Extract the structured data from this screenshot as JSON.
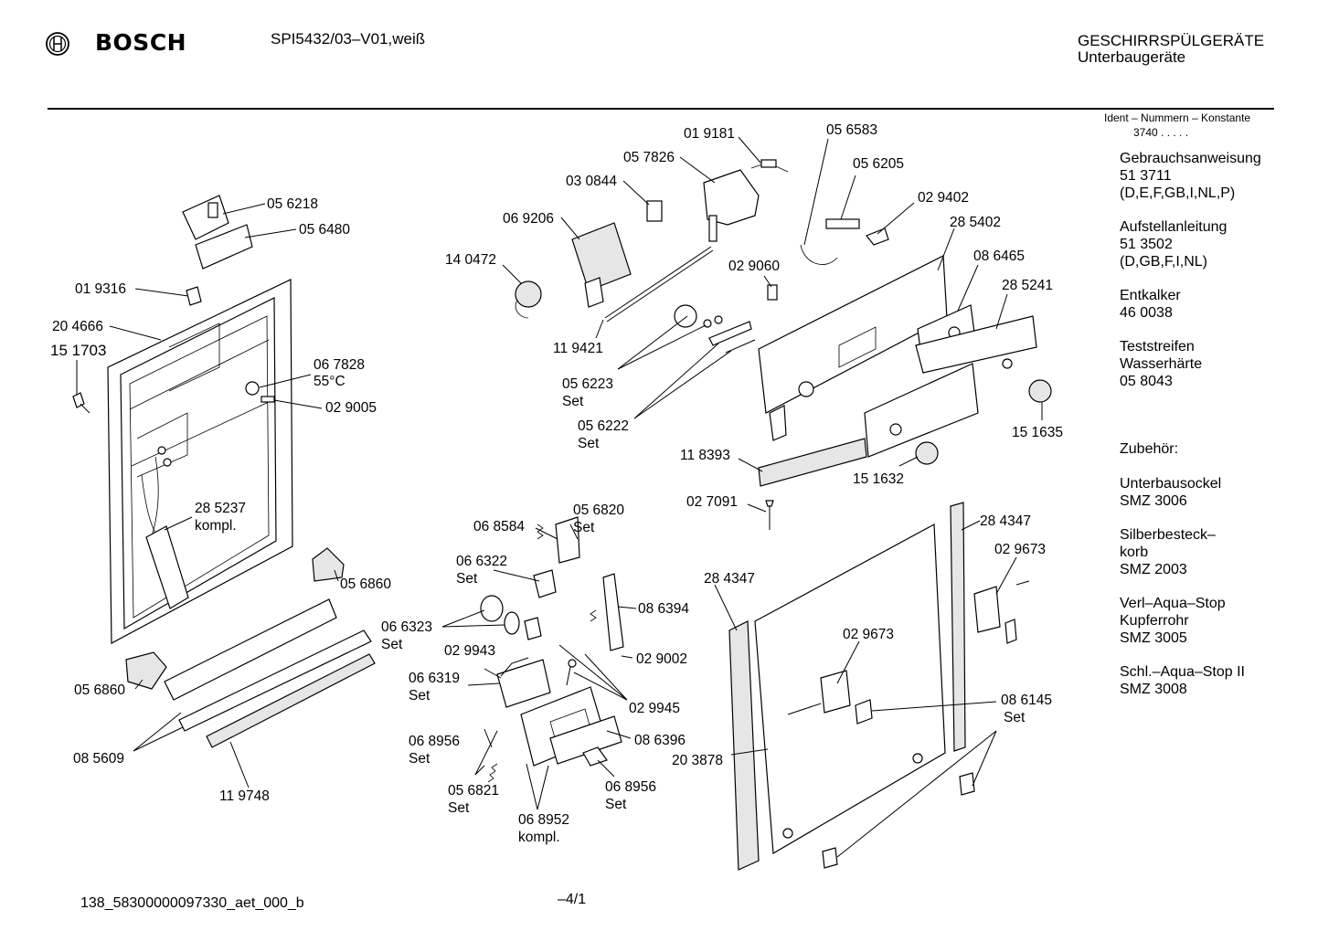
{
  "header": {
    "brand": "BOSCH",
    "model": "SPI5432/03–V01,weiß",
    "category_line1": "GESCHIRRSPÜLGERÄTE",
    "category_line2": "Unterbaugeräte"
  },
  "sidebar": {
    "ident_title": "Ident – Nummern – Konstante",
    "ident_value": "3740  .  .  .  .  .",
    "blocks": [
      {
        "lines": [
          "Gebrauchsanweisung",
          "51 3711",
          "(D,E,F,GB,I,NL,P)"
        ]
      },
      {
        "lines": [
          "Aufstellanleitung",
          "51 3502",
          "(D,GB,F,I,NL)"
        ]
      },
      {
        "lines": [
          "Entkalker",
          "46 0038"
        ]
      },
      {
        "lines": [
          "Teststreifen",
          "Wasserhärte",
          "05 8043"
        ]
      },
      {
        "lines": [
          "Zubehör:"
        ]
      },
      {
        "lines": [
          "Unterbausockel",
          "SMZ 3006"
        ]
      },
      {
        "lines": [
          "Silberbesteck–",
          "korb",
          "SMZ 2003"
        ]
      },
      {
        "lines": [
          "Verl–Aqua–Stop",
          "Kupferrohr",
          "SMZ 3005"
        ]
      },
      {
        "lines": [
          "Schl.–Aqua–Stop II",
          "SMZ 3008"
        ]
      }
    ]
  },
  "parts": [
    {
      "id": "p01",
      "text": "05 6218"
    },
    {
      "id": "p02",
      "text": "05 6480"
    },
    {
      "id": "p03",
      "text": "01 9316"
    },
    {
      "id": "p04",
      "text": "20 4666"
    },
    {
      "id": "p05",
      "text": "15 1703"
    },
    {
      "id": "p06",
      "text": "06 7828"
    },
    {
      "id": "p07",
      "text": "55°C"
    },
    {
      "id": "p08",
      "text": "02 9005"
    },
    {
      "id": "p09",
      "text": "28 5237"
    },
    {
      "id": "p10",
      "text": "kompl."
    },
    {
      "id": "p11",
      "text": "05 6860"
    },
    {
      "id": "p12",
      "text": "05 6860"
    },
    {
      "id": "p13",
      "text": "08 5609"
    },
    {
      "id": "p14",
      "text": "11 9748"
    },
    {
      "id": "p15",
      "text": "01 9181"
    },
    {
      "id": "p16",
      "text": "05 7826"
    },
    {
      "id": "p17",
      "text": "03 0844"
    },
    {
      "id": "p18",
      "text": "06 9206"
    },
    {
      "id": "p19",
      "text": "14 0472"
    },
    {
      "id": "p20",
      "text": "11 9421"
    },
    {
      "id": "p21",
      "text": "05 6223"
    },
    {
      "id": "p22",
      "text": "Set"
    },
    {
      "id": "p23",
      "text": "05 6222"
    },
    {
      "id": "p24",
      "text": "Set"
    },
    {
      "id": "p25",
      "text": "02 9060"
    },
    {
      "id": "p26",
      "text": "05 6583"
    },
    {
      "id": "p27",
      "text": "05 6205"
    },
    {
      "id": "p28",
      "text": "02 9402"
    },
    {
      "id": "p29",
      "text": "28 5402"
    },
    {
      "id": "p30",
      "text": "08 6465"
    },
    {
      "id": "p31",
      "text": "28 5241"
    },
    {
      "id": "p32",
      "text": "15 1635"
    },
    {
      "id": "p33",
      "text": "15 1632"
    },
    {
      "id": "p34",
      "text": "11 8393"
    },
    {
      "id": "p35",
      "text": "02 7091"
    },
    {
      "id": "p36",
      "text": "06 8584"
    },
    {
      "id": "p37",
      "text": "05 6820"
    },
    {
      "id": "p38",
      "text": "Set"
    },
    {
      "id": "p39",
      "text": "06 6322"
    },
    {
      "id": "p40",
      "text": "Set"
    },
    {
      "id": "p41",
      "text": "06 6323"
    },
    {
      "id": "p42",
      "text": "Set"
    },
    {
      "id": "p43",
      "text": "02 9943"
    },
    {
      "id": "p44",
      "text": "06 6319"
    },
    {
      "id": "p45",
      "text": "Set"
    },
    {
      "id": "p46",
      "text": "06 8956"
    },
    {
      "id": "p47",
      "text": "Set"
    },
    {
      "id": "p48",
      "text": "05 6821"
    },
    {
      "id": "p49",
      "text": "Set"
    },
    {
      "id": "p50",
      "text": "06 8952"
    },
    {
      "id": "p51",
      "text": "kompl."
    },
    {
      "id": "p52",
      "text": "06 8956"
    },
    {
      "id": "p53",
      "text": "Set"
    },
    {
      "id": "p54",
      "text": "08 6396"
    },
    {
      "id": "p55",
      "text": "02 9945"
    },
    {
      "id": "p56",
      "text": "02 9002"
    },
    {
      "id": "p57",
      "text": "08 6394"
    },
    {
      "id": "p58",
      "text": "28 4347"
    },
    {
      "id": "p59",
      "text": "28 4347"
    },
    {
      "id": "p60",
      "text": "02 9673"
    },
    {
      "id": "p61",
      "text": "02 9673"
    },
    {
      "id": "p62",
      "text": "20 3878"
    },
    {
      "id": "p63",
      "text": "08 6145"
    },
    {
      "id": "p64",
      "text": "Set"
    }
  ],
  "footer": {
    "doc_id": "138_58300000097330_aet_000_b",
    "page": "–4/1"
  }
}
